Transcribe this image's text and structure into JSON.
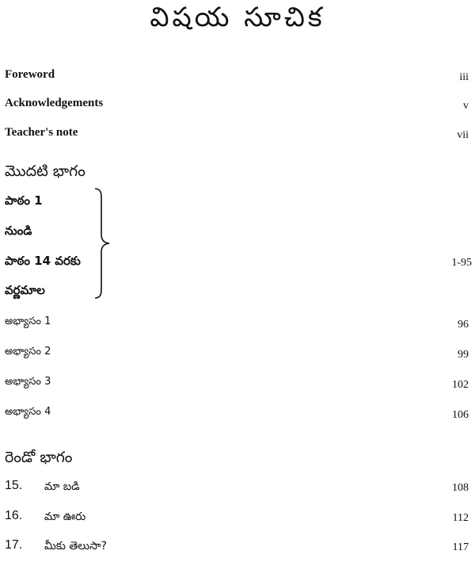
{
  "title": "విషయ సూచిక",
  "front_matter": [
    {
      "label": "Foreword",
      "page": "iii"
    },
    {
      "label": "Acknowledgements",
      "page": "v"
    },
    {
      "label": "Teacher's note",
      "page": "vii"
    }
  ],
  "part1": {
    "heading": "మొదటి భాగం",
    "grouped_lines": [
      "పాఠం 1",
      "నుండి",
      "పాఠం 14  వరకు",
      "వర్ణమాల"
    ],
    "grouped_page_range": "1-95",
    "exercises": [
      {
        "label": "అభ్యాసం 1",
        "page": "96"
      },
      {
        "label": "అభ్యాసం 2",
        "page": "99"
      },
      {
        "label": "అభ్యాసం 3",
        "page": "102"
      },
      {
        "label": "అభ్యాసం 4",
        "page": "106"
      }
    ]
  },
  "part2": {
    "heading": "రెండో భాగం",
    "lessons": [
      {
        "number": "15.",
        "title": "మా బడి",
        "page": "108"
      },
      {
        "number": "16.",
        "title": "మా ఊరు",
        "page": "112"
      },
      {
        "number": "17.",
        "title": "మీకు తెలుసా?",
        "page": "117"
      }
    ]
  }
}
